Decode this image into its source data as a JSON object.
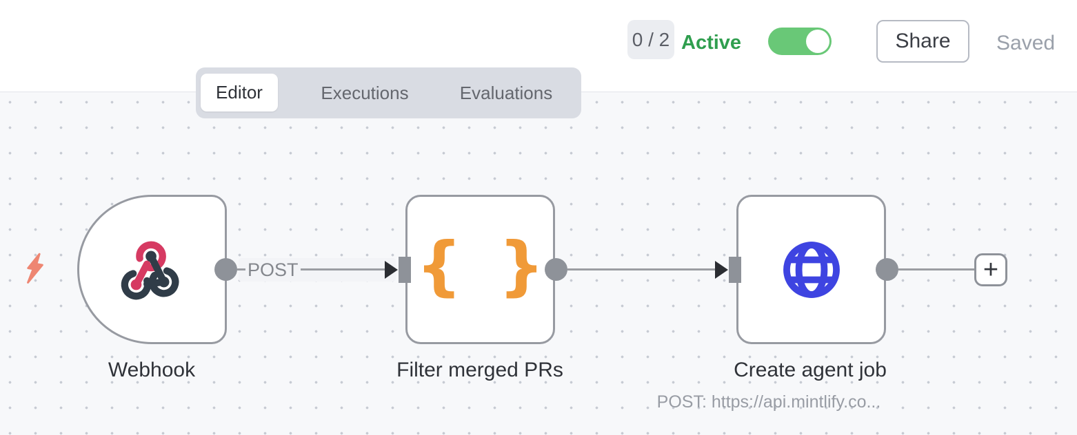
{
  "header": {
    "execution_count": "0 / 2",
    "active_label": "Active",
    "active_state": "on",
    "share_label": "Share",
    "saved_label": "Saved"
  },
  "tabs": [
    {
      "label": "Editor",
      "active": true
    },
    {
      "label": "Executions",
      "active": false
    },
    {
      "label": "Evaluations",
      "active": false
    }
  ],
  "workflow": {
    "nodes": [
      {
        "label": "Webhook",
        "type": "webhook-trigger",
        "icon": "webhook-icon"
      },
      {
        "label": "Filter merged PRs",
        "type": "code",
        "icon": "braces-icon",
        "icon_glyph": "{ }"
      },
      {
        "label": "Create agent job",
        "type": "http-request",
        "icon": "globe-icon",
        "subtitle": "POST: https://api.mintlify.co..."
      }
    ],
    "connections": [
      {
        "from": "Webhook",
        "to": "Filter merged PRs",
        "label": "POST"
      },
      {
        "from": "Filter merged PRs",
        "to": "Create agent job",
        "label": ""
      },
      {
        "from": "Create agent job",
        "to": "add-node",
        "label": ""
      }
    ],
    "add_button_label": "+"
  },
  "colors": {
    "active_green": "#2f9e4e",
    "toggle_green": "#69c877",
    "webhook_pink": "#d63a62",
    "webhook_slate": "#303c48",
    "braces_orange": "#f09a38",
    "globe_blue": "#3e44e1",
    "bolt_coral": "#ee8672"
  }
}
